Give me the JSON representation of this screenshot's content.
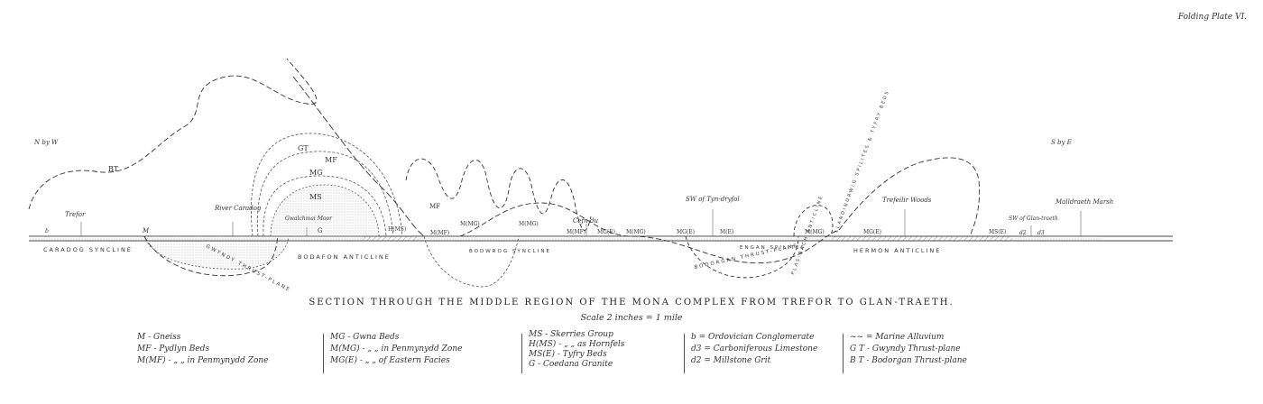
{
  "plate_label": "Folding Plate VI.",
  "title": "SECTION THROUGH THE MIDDLE REGION OF THE MONA COMPLEX FROM TREFOR TO GLAN-TRAETH.",
  "scale": "Scale 2 inches = 1 mile",
  "compass": {
    "left": "N by W",
    "right": "S by E"
  },
  "places": {
    "trefor": "Trefor",
    "river_caradog": "River Caradog",
    "gwalchmai_moor": "Gwalchmai Moor",
    "cefn_du": "Cefn-du",
    "sw_tyn_dryfol": "SW of Tyn-dryfol",
    "trefeilir_woods": "Trefeilir Woods",
    "sw_glan_traeth": "SW of Glan-traeth",
    "malldraeth_marsh": "Malldraeth Marsh"
  },
  "structures": {
    "caradog_syncline": "CARADOG SYNCLINE",
    "gwyndy_thrust": "GWYNDY THRUST-PLANE",
    "bodafon_anticline": "BODAFON ANTICLINE",
    "bodwrog_syncline": "BODWROG SYNCLINE",
    "bodorgan_thrust": "BODORGAN THRUST-PLANE",
    "engan_spilites": "ENGAN SPILITES",
    "plas_bach_anticline": "PLAS-BACH ANTICLINE",
    "hermon_anticline": "HERMON ANTICLINE",
    "llandinorwig_spilites": "LLANDINORWIG SPILITES & TYFRY BEDS"
  },
  "unit_labels": {
    "gt": "GT",
    "bt": "BT",
    "mf": "MF",
    "mg": "MG",
    "ms": "MS",
    "g": "G",
    "m": "M",
    "b": "b",
    "d2": "d2",
    "d3": "d3",
    "hms": "H(MS)",
    "m_mf": "M(MF)",
    "m_mg": "M(MG)",
    "m_e": "M(E)",
    "mg_e": "MG(E)",
    "ms_e": "MS(E)"
  },
  "legend": {
    "col1": [
      "M - Gneiss",
      "MF - Pydlyn Beds",
      "M(MF) - „ „ in Penmynydd Zone"
    ],
    "col2": [
      "MG - Gwna Beds",
      "M(MG) - „ „ in Penmynydd Zone",
      "MG(E) - „ „ of Eastern Facies"
    ],
    "col3": [
      "MS - Skerries Group",
      "H(MS) - „ „ as Hornfels",
      "MS(E) - Tyfry Beds",
      "G - Coedana Granite"
    ],
    "col4": [
      "b = Ordovician Conglomerate",
      "d3 = Carboniferous Limestone",
      "d2 = Millstone Grit"
    ],
    "col5": [
      "~~ = Marine Alluvium",
      "G T - Gwyndy Thrust-plane",
      "B T - Bodorgan Thrust-plane"
    ]
  },
  "colors": {
    "ink": "#333333",
    "stipple": "#bbbbbb",
    "paper": "#ffffff"
  }
}
